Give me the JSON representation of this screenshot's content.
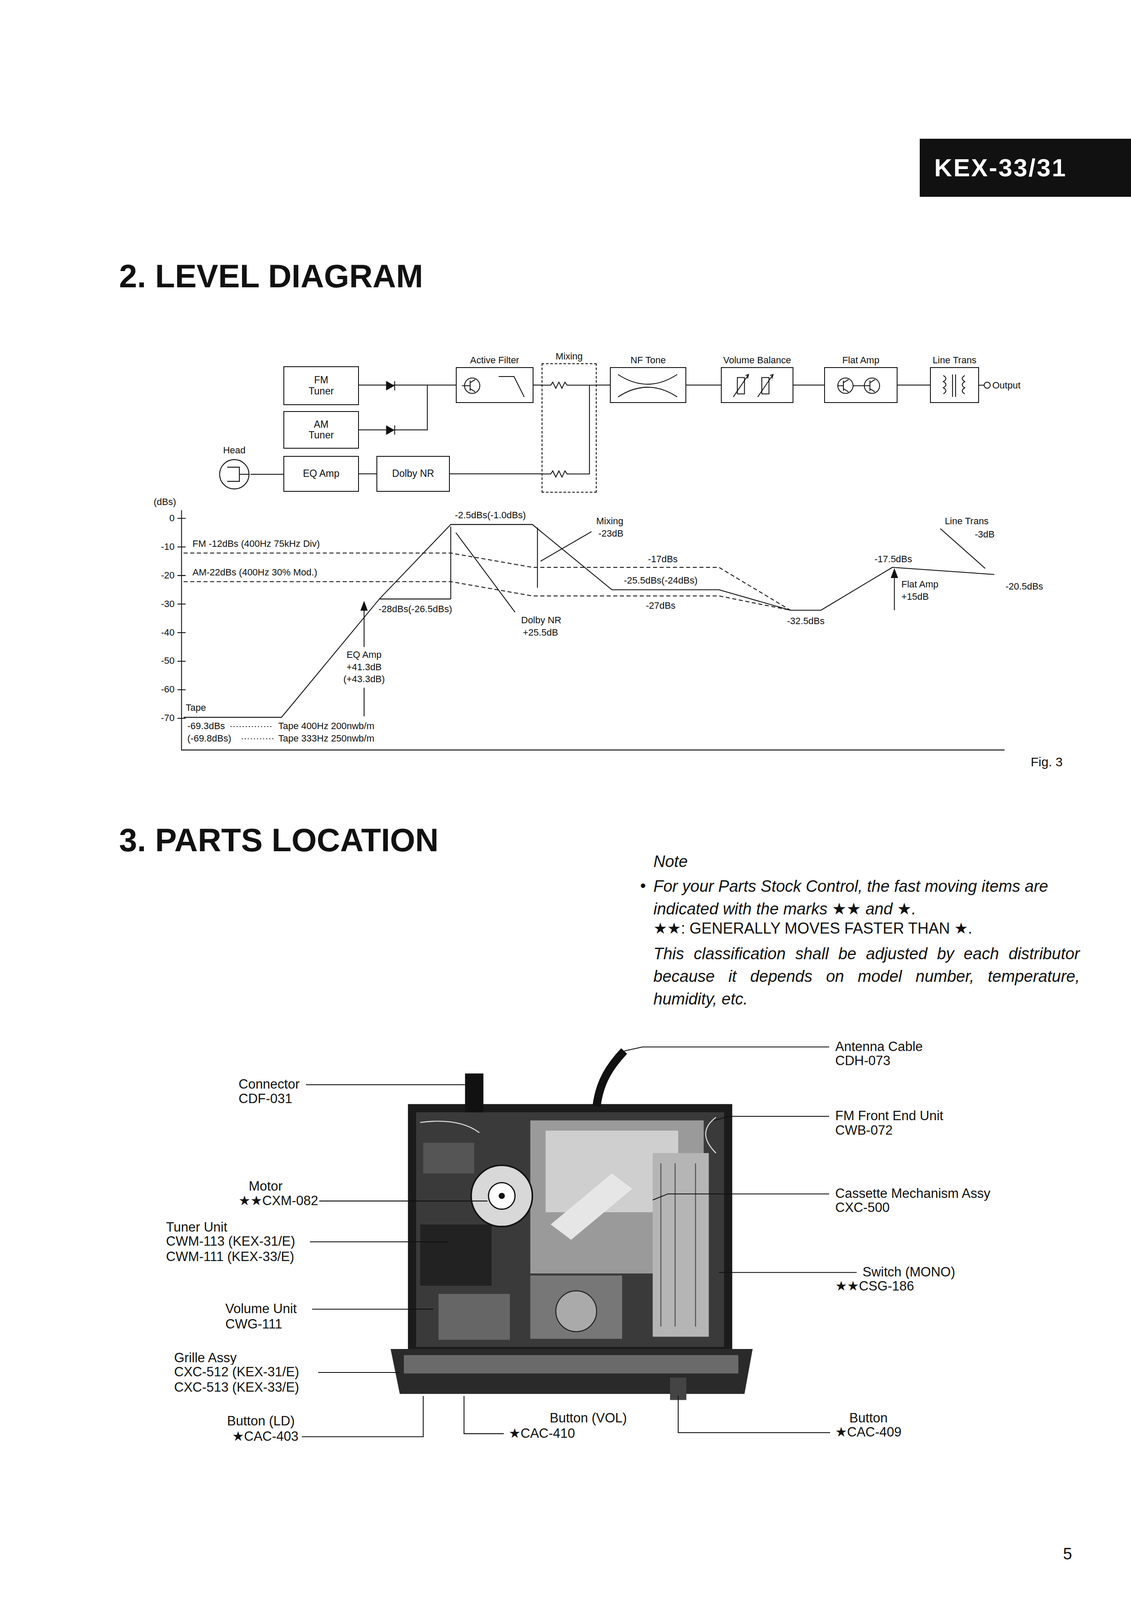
{
  "diagram": {
    "title": "2. LEVEL DIAGRAM",
    "caption": "Fig. 3",
    "nodes": [
      {
        "text": [
          "KEX-33/31"
        ]
      },
      {
        "text": [
          "FM Tuner"
        ]
      },
      {
        "text": [
          "AM Tuner"
        ]
      },
      {
        "text": [
          "Head"
        ]
      },
      {
        "text": [
          "EQ Amp"
        ]
      },
      {
        "text": [
          "Dolby NR"
        ]
      },
      {
        "text": [
          "Active Filter"
        ]
      },
      {
        "text": [
          "Mixing"
        ]
      },
      {
        "text": [
          "NF Tone"
        ]
      },
      {
        "text": [
          "Volume Balance"
        ]
      },
      {
        "text": [
          "Flat Amp"
        ]
      },
      {
        "text": [
          "Line Trans"
        ]
      }
    ],
    "edges": [
      {
        "from": 1,
        "to": 6,
        "arrow": "none"
      },
      {
        "from": 2,
        "to": 6,
        "arrow": "none"
      },
      {
        "from": 3,
        "to": 4,
        "arrow": "none"
      },
      {
        "from": 4,
        "to": 5,
        "arrow": "none"
      },
      {
        "from": 5,
        "to": 7,
        "arrow": "none"
      },
      {
        "from": 6,
        "to": 7,
        "arrow": "none"
      },
      {
        "from": 7,
        "to": 8,
        "arrow": "none"
      },
      {
        "from": 8,
        "to": 9,
        "arrow": "none"
      },
      {
        "from": 9,
        "to": 10,
        "arrow": "none"
      },
      {
        "from": 10,
        "to": 11,
        "arrow": "none"
      }
    ],
    "labels": [
      "Output",
      "(dBs)",
      "0",
      "-10",
      "-20",
      "-30",
      "-40",
      "-50",
      "-60",
      "-70",
      "FM -12dBs (400Hz 75kHz Div)",
      "AM-22dBs (400Hz 30% Mod.)",
      "-2.5dBs(-1.0dBs)",
      "Mixing",
      "-23dB",
      "-17dBs",
      "-25.5dBs(-24dBs)",
      "-27dBs",
      "-28dBs(-26.5dBs)",
      "Dolby NR",
      "+25.5dB",
      "EQ Amp",
      "+41.3dB",
      "(+43.3dB)",
      "Tape",
      "-69.3dBs",
      "Tape 400Hz 200nwb/m",
      "(-69.8dBs)",
      "Tape 333Hz 250nwb/m",
      "-32.5dBs",
      "-17.5dBs",
      "Flat Amp",
      "+15dB",
      "Line Trans",
      "-3dB",
      "-20.5dBs",
      "3. PARTS LOCATION",
      "Note",
      "•",
      "For your Parts Stock Control, the fast moving items are indicated with the marks ★★ and ★.",
      "★★: GENERALLY MOVES FASTER THAN ★.",
      "This classification shall be adjusted by each distributor because it depends on model number, temperature, humidity, etc.",
      "Antenna Cable",
      "CDH-073",
      "Connector",
      "CDF-031",
      "FM Front End Unit",
      "CWB-072",
      "Motor",
      "★★CXM-082",
      "Cassette Mechanism Assy",
      "CXC-500",
      "Tuner Unit",
      "CWM-113 (KEX-31/E)",
      "CWM-111 (KEX-33/E)",
      "Switch (MONO)",
      "★★CSG-186",
      "Volume Unit",
      "CWG-111",
      "Grille Assy",
      "CXC-512 (KEX-31/E)",
      "CXC-513 (KEX-33/E)",
      "Button",
      "Button (VOL)",
      "Button (LD)",
      "★CAC-403",
      "★CAC-410",
      "★CAC-409",
      "5"
    ]
  }
}
